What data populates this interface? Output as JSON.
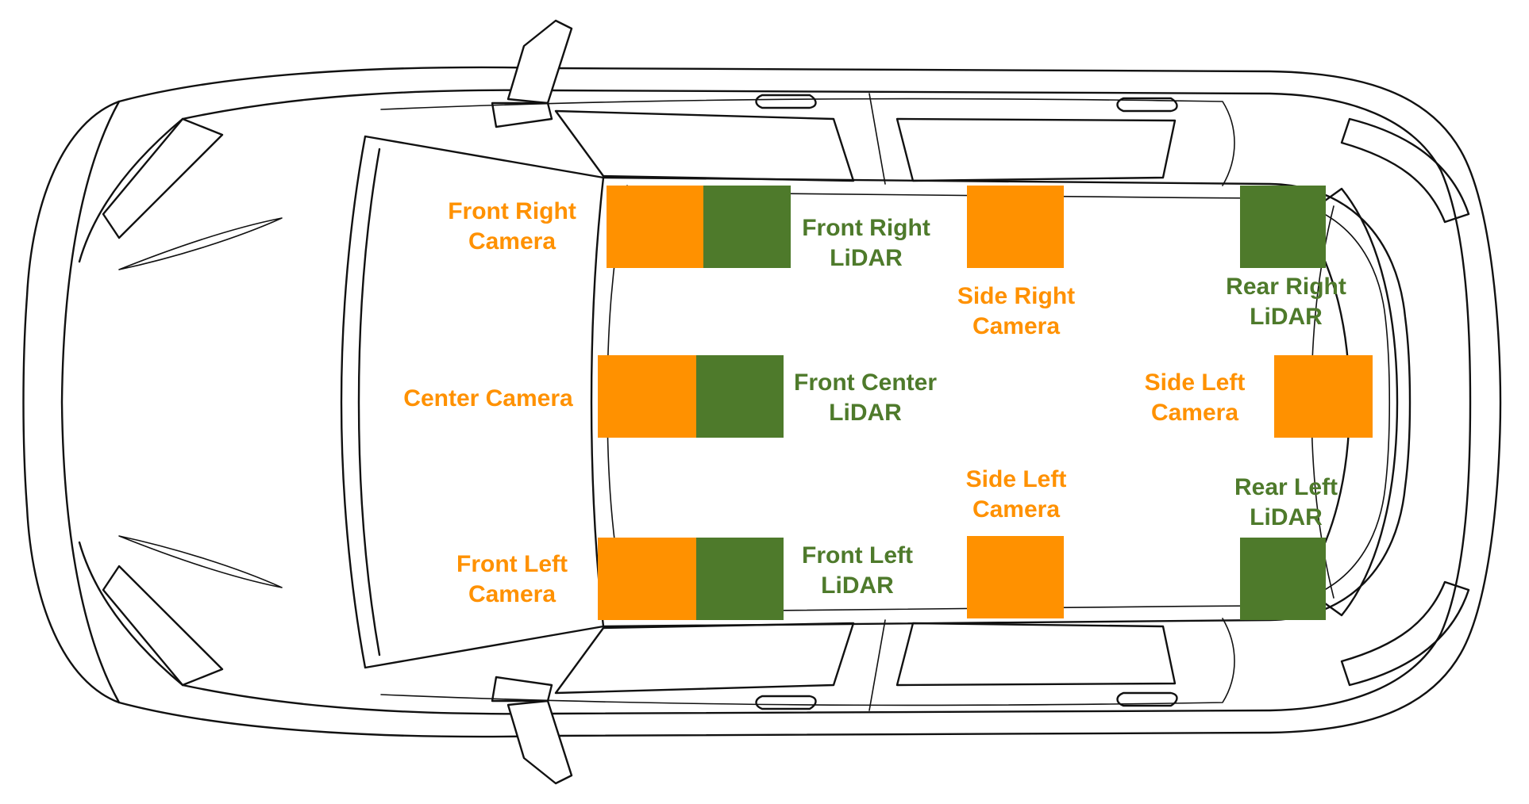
{
  "colors": {
    "camera": "#FF9100",
    "lidar": "#4E7A2B",
    "outline": "#111111",
    "background": "#FFFFFF"
  },
  "icons": {
    "vehicle": "car-top-view-outline-icon"
  },
  "sensors": [
    {
      "id": "front-right-camera",
      "kind": "camera",
      "label_lines": [
        "Front Right",
        "Camera"
      ]
    },
    {
      "id": "front-right-lidar",
      "kind": "lidar",
      "label_lines": [
        "Front Right",
        "LiDAR"
      ]
    },
    {
      "id": "side-right-camera",
      "kind": "camera",
      "label_lines": [
        "Side Right",
        "Camera"
      ]
    },
    {
      "id": "rear-right-lidar",
      "kind": "lidar",
      "label_lines": [
        "Rear Right",
        "LiDAR"
      ]
    },
    {
      "id": "center-camera",
      "kind": "camera",
      "label_lines": [
        "Center Camera"
      ]
    },
    {
      "id": "front-center-lidar",
      "kind": "lidar",
      "label_lines": [
        "Front Center",
        "LiDAR"
      ]
    },
    {
      "id": "rear-side-left-camera",
      "kind": "camera",
      "label_lines": [
        "Side Left",
        "Camera"
      ]
    },
    {
      "id": "side-left-camera",
      "kind": "camera",
      "label_lines": [
        "Side Left",
        "Camera"
      ]
    },
    {
      "id": "rear-left-lidar",
      "kind": "lidar",
      "label_lines": [
        "Rear Left",
        "LiDAR"
      ]
    },
    {
      "id": "front-left-camera",
      "kind": "camera",
      "label_lines": [
        "Front Left",
        "Camera"
      ]
    },
    {
      "id": "front-left-lidar",
      "kind": "lidar",
      "label_lines": [
        "Front Left",
        "LiDAR"
      ]
    }
  ]
}
